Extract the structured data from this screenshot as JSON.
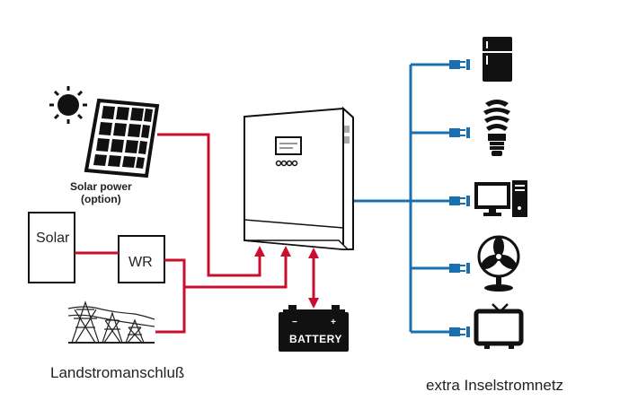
{
  "solar_panel": {
    "label_line1": "Solar power",
    "label_line2": "(option)"
  },
  "solar_box": {
    "label": "Solar"
  },
  "wr_box": {
    "label": "WR"
  },
  "battery": {
    "label": "BATTERY"
  },
  "grid": {
    "label": "Landstromanschluß"
  },
  "island_net": {
    "label": "extra Inselstromnetz"
  },
  "colors": {
    "dc_line": "#c8102e",
    "ac_line": "#1a6fb0",
    "outline": "#111111"
  },
  "loads": [
    "fridge-icon",
    "light-bulb-icon",
    "computer-icon",
    "fan-icon",
    "tv-icon"
  ]
}
